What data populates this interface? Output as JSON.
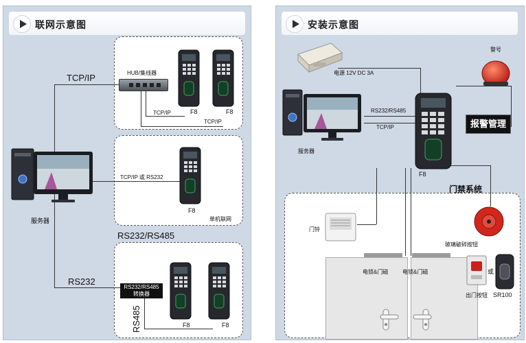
{
  "left_panel": {
    "title": "联网示意图",
    "hub_label": "HUB/集线器",
    "tcpip_main": "TCP/IP",
    "tcpip_hub1": "TCP/IP",
    "tcpip_hub2": "TCP/IP",
    "device_a": "F8",
    "device_b": "F8",
    "standalone_link": "TCP/IP 或 RS232",
    "device_c": "F8",
    "standalone_caption": "单机联网",
    "server_label": "服务器",
    "rs_heading": "RS232/RS485",
    "rs232_label": "RS232",
    "converter_line1": "RS232/RS485",
    "converter_line2": "转换器",
    "rs485_vertical": "RS485",
    "device_d": "F8",
    "device_e": "F8"
  },
  "right_panel": {
    "title": "安装示意图",
    "power_label": "电源  12V DC 3A",
    "alarm_label": "警号",
    "link_rs": "RS232/RS485",
    "link_tcp": "TCP/IP",
    "alarm_mgmt": "报警管理",
    "server_label": "服务器",
    "device_label": "F8",
    "access_system": "门禁系统",
    "doorbell": "门铃",
    "glass_break": "玻璃破碎按钮",
    "lock_left": "电锁&门磁",
    "lock_right": "电锁&门磁",
    "or_text": "或",
    "exit_button": "出门按钮",
    "reader_label": "SR100"
  },
  "colors": {
    "panel_bg": "#cfd8e5",
    "wire": "#333333",
    "alarm_red": "#d2261c"
  }
}
